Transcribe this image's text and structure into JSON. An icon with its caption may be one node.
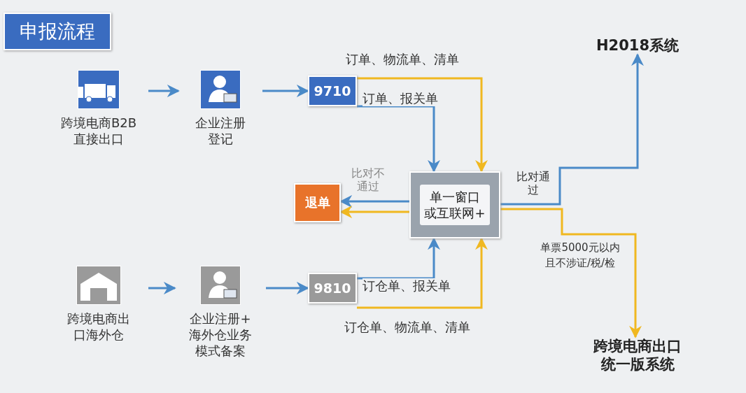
{
  "diagram": {
    "title": "申报流程",
    "nodes": [
      {
        "text": [
          "跨境电商B2B直接出口"
        ]
      },
      {
        "text": [
          "企业注册登记"
        ]
      },
      {
        "text": [
          "9710"
        ]
      },
      {
        "text": [
          "单一窗口或互联网+"
        ]
      },
      {
        "text": [
          "退单"
        ]
      },
      {
        "text": [
          "H2018系统"
        ]
      },
      {
        "text": [
          "跨境电商出口统一版系统"
        ]
      },
      {
        "text": [
          "跨境电商出口海外仓"
        ]
      },
      {
        "text": [
          "企业注册+海外仓业务模式备案"
        ]
      },
      {
        "text": [
          "9810"
        ]
      }
    ],
    "edges": [
      {
        "from": 0,
        "to": 1,
        "arrow": "to"
      },
      {
        "from": 1,
        "to": 2,
        "arrow": "to"
      },
      {
        "from": 2,
        "to": 3,
        "arrow": "to",
        "label": "订单、物流单、清单",
        "color": "#f0b820"
      },
      {
        "from": 2,
        "to": 3,
        "arrow": "to",
        "label": "订单、报关单"
      },
      {
        "from": 3,
        "to": 4,
        "arrow": "to",
        "label": "比对不通过"
      },
      {
        "from": 3,
        "to": 4,
        "arrow": "to",
        "color": "#f0b820"
      },
      {
        "from": 3,
        "to": 5,
        "arrow": "to",
        "label": "比对通过"
      },
      {
        "from": 3,
        "to": 6,
        "arrow": "to",
        "label": "单票5000元以内且不涉证/税/检",
        "color": "#f0b820"
      },
      {
        "from": 7,
        "to": 8,
        "arrow": "to"
      },
      {
        "from": 8,
        "to": 9,
        "arrow": "to"
      },
      {
        "from": 9,
        "to": 3,
        "arrow": "to",
        "label": "订仓单、报关单"
      },
      {
        "from": 9,
        "to": 3,
        "arrow": "to",
        "label": "订仓单、物流单、清单",
        "color": "#f0b820"
      }
    ]
  }
}
